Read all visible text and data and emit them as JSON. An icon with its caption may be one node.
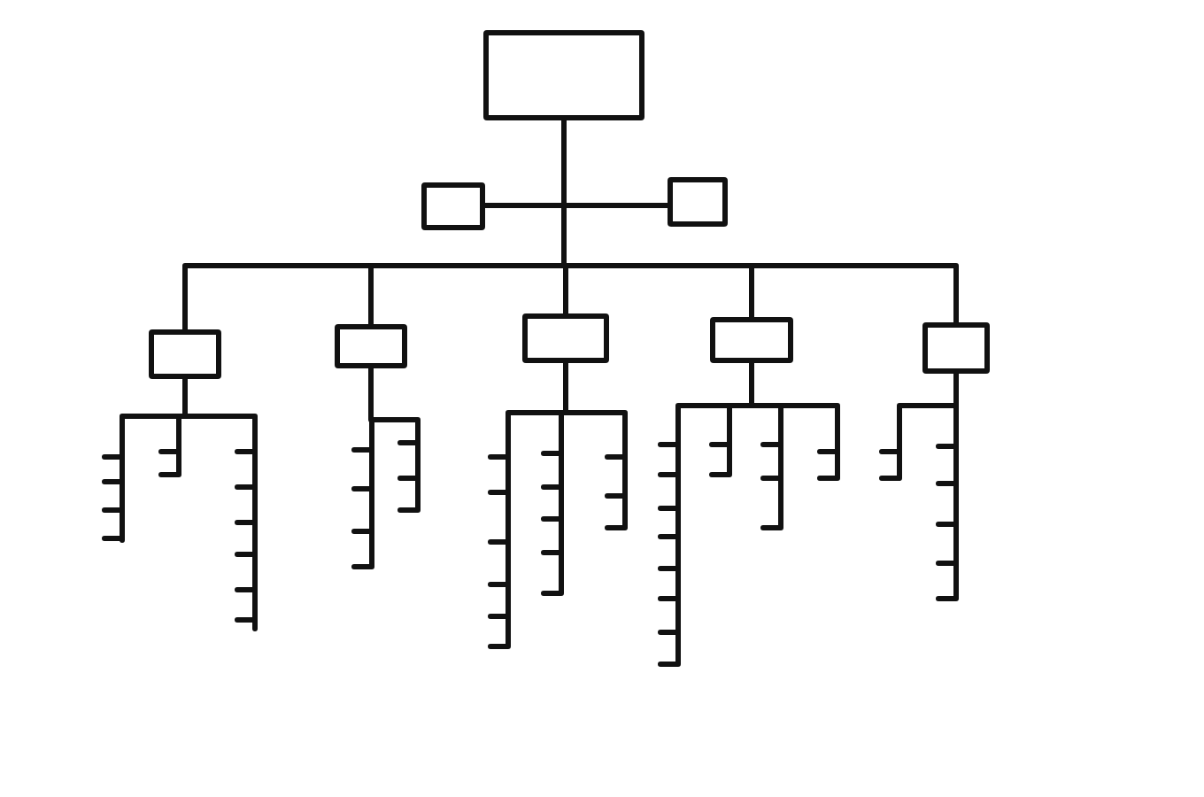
{
  "diagram": {
    "nodes": [
      {
        "text": [],
        "shape": "box"
      },
      {
        "text": [],
        "shape": "box"
      },
      {
        "text": [],
        "shape": "box"
      },
      {
        "text": [],
        "shape": "box"
      },
      {
        "text": [],
        "shape": "box"
      },
      {
        "text": [],
        "shape": "box"
      },
      {
        "text": [],
        "shape": "box"
      },
      {
        "text": [],
        "shape": "box"
      }
    ],
    "edges": [
      {
        "from": 0,
        "to": 1,
        "arrow": "none"
      },
      {
        "from": 0,
        "to": 2,
        "arrow": "none"
      },
      {
        "from": 0,
        "to": 3,
        "arrow": "none"
      },
      {
        "from": 0,
        "to": 4,
        "arrow": "none"
      },
      {
        "from": 0,
        "to": 5,
        "arrow": "none"
      },
      {
        "from": 0,
        "to": 6,
        "arrow": "none"
      },
      {
        "from": 0,
        "to": 7,
        "arrow": "none"
      }
    ]
  }
}
